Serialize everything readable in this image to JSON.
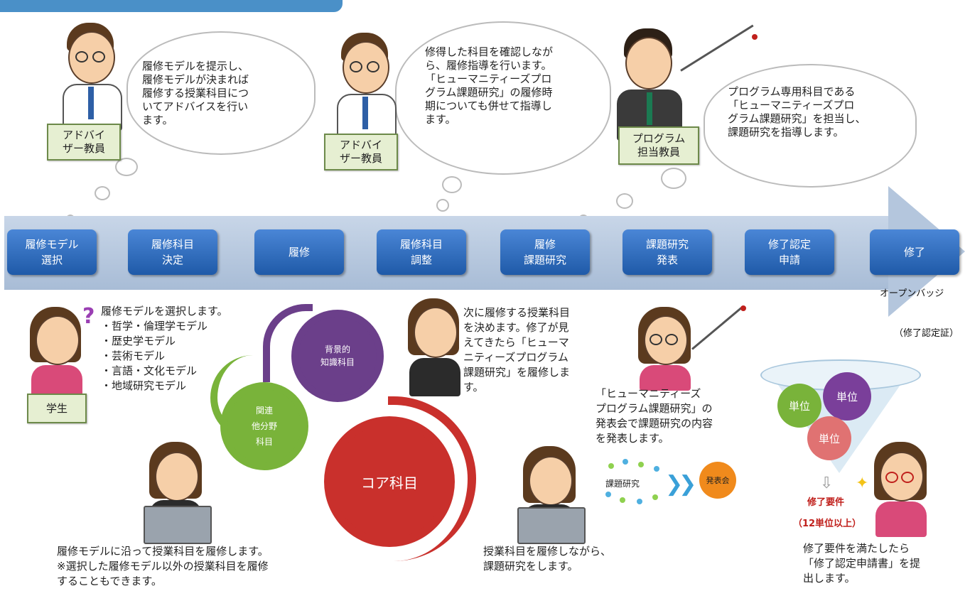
{
  "advisor1": {
    "role": "アドバイ\nザー教員",
    "speech": "履修モデルを提示し、\n履修モデルが決まれば\n履修する授業科目につ\nいてアドバイスを行い\nます。"
  },
  "advisor2": {
    "role": "アドバイ\nザー教員",
    "speech": "修得した科目を確認しなが\nら、履修指導を行います。\n「ヒューマニティーズプロ\nグラム課題研究」の履修時\n期についても併せて指導し\nます。"
  },
  "program_teacher": {
    "role": "プログラム\n担当教員",
    "speech": "プログラム専用科目である\n「ヒューマニティーズプロ\nグラム課題研究」を担当し、\n課題研究を指導します。"
  },
  "steps": [
    "履修モデル\n選択",
    "履修科目\n決定",
    "履修",
    "履修科目\n調整",
    "履修\n課題研究",
    "課題研究\n発表",
    "修了認定\n申請",
    "修了"
  ],
  "badge_note": "オープンバッジ",
  "cert_note": "（修了認定証）",
  "student": {
    "role": "学生",
    "question": "?",
    "text": "履修モデルを選択します。\n・哲学・倫理学モデル\n・歴史学モデル\n・芸術モデル\n・言語・文化モデル\n・地域研究モデル"
  },
  "gears": {
    "background": "背景的\n知識科目",
    "related": "関連\n他分野\n科目",
    "core": "コア科目"
  },
  "texts": {
    "next_subjects": "次に履修する授業科目\nを決めます。修了が見\nえてきたら「ヒューマ\nニティーズプログラム\n課題研究」を履修しま\nす。",
    "presentation": "「ヒューマニティーズ\nプログラム課題研究」の\n発表会で課題研究の内容\nを発表します。",
    "take_courses": "履修モデルに沿って授業科目を履修します。\n※選択した履修モデル以外の授業科目を履修\nすることもできます。",
    "research": "授業科目を履修しながら、\n課題研究をします。",
    "completion": "修了要件を満たしたら\n「修了認定申請書」を提\n出します。"
  },
  "research_label": "課題研究",
  "presentation_label": "発表会",
  "funnel": {
    "credits": [
      "単位",
      "単位",
      "単位"
    ],
    "requirement": "修了要件",
    "requirement_detail": "（12単位以上）"
  },
  "colors": {
    "step_blue": "#1f5aa8",
    "gear_purple": "#6b3f8a",
    "gear_green": "#79b33a",
    "gear_red": "#c9302c",
    "requirement_red": "#c0201c"
  }
}
